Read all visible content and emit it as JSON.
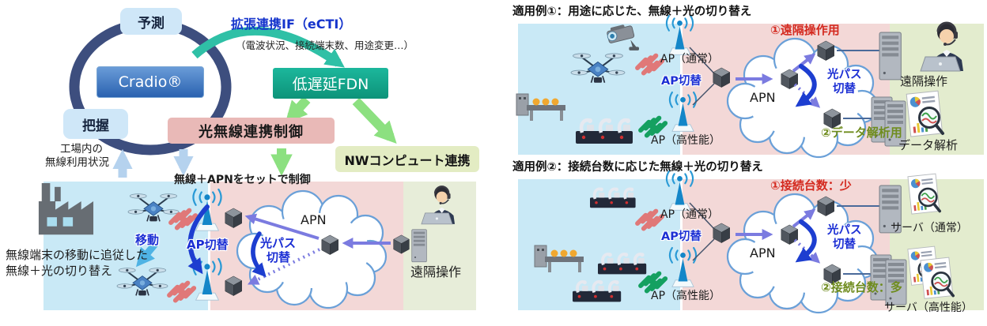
{
  "left": {
    "predict": "予測",
    "grasp": "把握",
    "cradio": "Cradio®",
    "ecti_title": "拡張連携IF（eCTI）",
    "ecti_sub": "（電波状況、接続端末数、用途変更…）",
    "fdn": "低遅延FDN",
    "optical_wireless_control": "光無線連携制御",
    "nw_compute": "NWコンピュート連携",
    "factory_status_line1": "工場内の",
    "factory_status_line2": "無線利用状況",
    "set_control": "無線＋APNをセットで制御",
    "move": "移動",
    "follow_line1": "無線端末の移動に追従した",
    "follow_line2": "無線＋光の切り替え",
    "ap_switch": "AP切替",
    "optical_path_line1": "光パス",
    "optical_path_line2": "切替",
    "apn": "APN",
    "remote": "遠隔操作"
  },
  "apps": [
    {
      "title": "適用例①：用途に応じた、無線＋光の切り替え",
      "ap_normal": "AP（通常）",
      "ap_high": "AP（高性能）",
      "ap_switch": "AP切替",
      "apn": "APN",
      "optical_path_line1": "光パス",
      "optical_path_line2": "切替",
      "use1": "①遠隔操作用",
      "use2": "②データ解析用",
      "dest1": "遠隔操作",
      "dest2": "データ解析"
    },
    {
      "title": "適用例②：接続台数に応じた無線＋光の切り替え",
      "ap_normal": "AP（通常）",
      "ap_high": "AP（高性能）",
      "ap_switch": "AP切替",
      "apn": "APN",
      "optical_path_line1": "光パス",
      "optical_path_line2": "切替",
      "use1": "①接続台数：少",
      "use2": "②接続台数：多",
      "dest1": "サーバ（通常）",
      "dest2": "サーバ（高性能）"
    }
  ],
  "colors": {
    "wireless_area": "#c9e9f6",
    "optical_area": "#f3d8d7",
    "compute_area": "#e3ecce",
    "ring": "#3d4e7e",
    "cradio_blue": "#2a62b0",
    "teal": "#2fc0a6",
    "fdn_green": "#0d9379",
    "pink_box": "#e9b9b7",
    "nw_box": "#e3ecc3",
    "accent_blue_label": "#1c2fd4",
    "accent_red": "#d42a20",
    "accent_green": "#6f8c1e",
    "arrow_purple": "#7b7be0"
  },
  "icons": {
    "factory": "factory-icon",
    "drone": "drone-icon",
    "camera": "surveillance-camera-icon",
    "robot_arms": "robot-arms-icon",
    "conveyor": "conveyor-machine-icon",
    "access_point": "access-point-icon",
    "network_switch": "cube-switch-icon",
    "cloud": "apn-cloud",
    "server": "server-icon",
    "operator": "remote-operator-icon",
    "analysis": "chart-document-magnifier-icon",
    "interference_red": "red-zigzag-wireless-icon",
    "interference_green": "green-zigzag-wireless-icon"
  }
}
